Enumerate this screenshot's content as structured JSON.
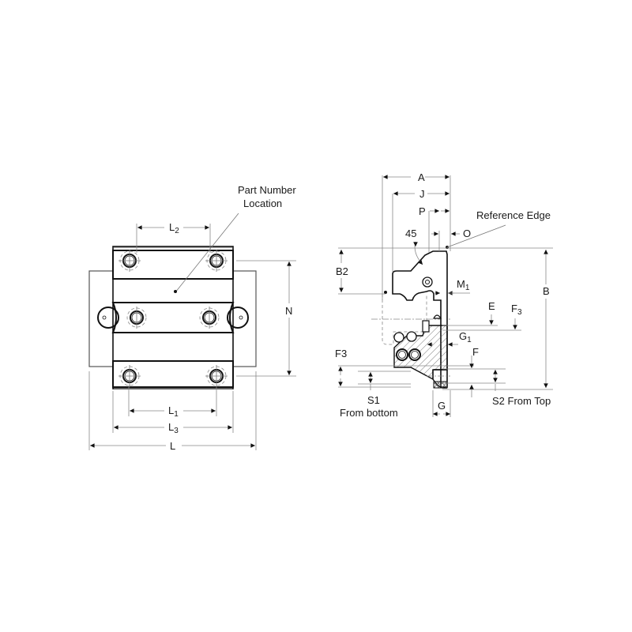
{
  "diagram": {
    "type": "technical-drawing",
    "subject": "Linear guide carriage dimensional drawing",
    "front_view": {
      "labels": {
        "part_number_line1": "Part Number",
        "part_number_line2": "Location",
        "L2": "L",
        "L2_sub": "2",
        "L1": "L",
        "L1_sub": "1",
        "L3": "L",
        "L3_sub": "3",
        "L": "L",
        "N": "N"
      }
    },
    "side_view": {
      "labels": {
        "A": "A",
        "J": "J",
        "P": "P",
        "O": "O",
        "angle": "45",
        "reference_edge": "Reference Edge",
        "B2": "B2",
        "B": "B",
        "M1": "M",
        "M1_sub": "1",
        "E": "E",
        "F3_right": "F",
        "F3_right_sub": "3",
        "G1": "G",
        "G1_sub": "1",
        "F": "F",
        "F3_left": "F3",
        "S1": "S1",
        "from_bottom": "From bottom",
        "G": "G",
        "S2_from_top": "S2 From Top"
      }
    }
  }
}
